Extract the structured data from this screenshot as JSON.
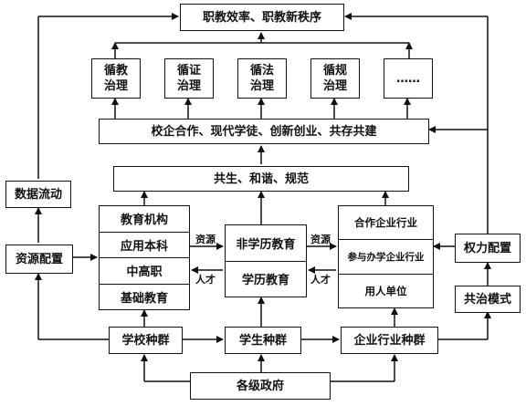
{
  "top": "职教效率、职教新秩序",
  "governance": [
    "循教\n治理",
    "循证\n治理",
    "循法\n治理",
    "循规\n治理",
    "……"
  ],
  "cooperation": "校企合作、现代学徒、创新创业、共存共建",
  "symbiosis": "共生、和谐、规范",
  "data_flow": "数据流动",
  "resource_config": "资源配置",
  "power_config": "权力配置",
  "co_governance": "共治模式",
  "school_stack": [
    "教育机构",
    "应用本科",
    "中高职",
    "基础教育"
  ],
  "edu_stack": [
    "非学历教育",
    "学历教育"
  ],
  "enterprise_stack": [
    "合作企业行业",
    "参与办学企业行业",
    "用人单位"
  ],
  "flows": {
    "resource_left": "资源",
    "talent_left": "人才",
    "resource_right": "资源",
    "talent_right": "人才"
  },
  "populations": {
    "school": "学校种群",
    "student": "学生种群",
    "enterprise": "企业行业种群"
  },
  "government": "各级政府"
}
